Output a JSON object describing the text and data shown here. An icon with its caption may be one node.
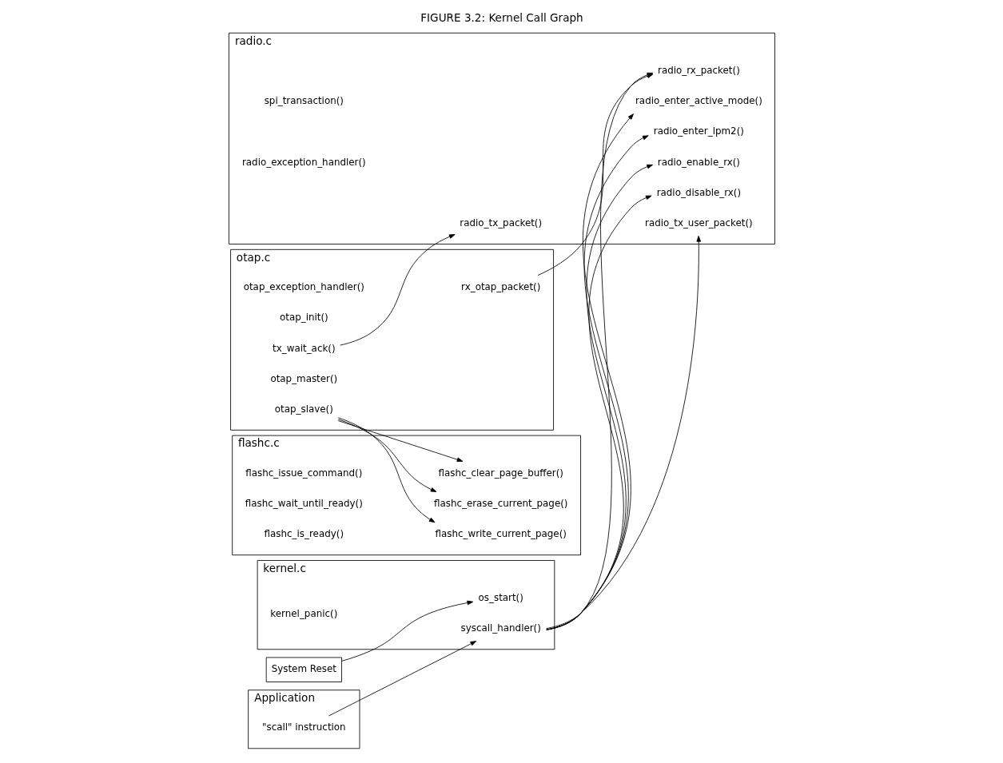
{
  "diagram": {
    "title": "FIGURE 3.2: Kernel Call Graph",
    "nodes": [
      {
        "text": [
          "kernel.c"
        ]
      },
      {
        "text": [
          "os_start()"
        ],
        "in": 0
      },
      {
        "text": [
          "syscall_handler()"
        ],
        "in": 0
      },
      {
        "text": [
          "kernel_panic()"
        ],
        "in": 0
      },
      {
        "text": [
          "System Reset"
        ]
      },
      {
        "text": [
          "Application"
        ]
      },
      {
        "text": [
          "\"scall\" instruction"
        ],
        "in": 5
      },
      {
        "text": [
          "otap.c"
        ]
      },
      {
        "text": [
          "otap_exception_handler()"
        ],
        "in": 7
      },
      {
        "text": [
          "otap_init()"
        ],
        "in": 7
      },
      {
        "text": [
          "tx_wait_ack()"
        ],
        "in": 7
      },
      {
        "text": [
          "rx_otap_packet()"
        ],
        "in": 7
      },
      {
        "text": [
          "otap_master()"
        ],
        "in": 7
      },
      {
        "text": [
          "otap_slave()"
        ],
        "in": 7
      },
      {
        "text": [
          "radio.c"
        ]
      },
      {
        "text": [
          "radio_enter_active_mode()"
        ],
        "in": 14
      },
      {
        "text": [
          "radio_enter_lpm2()"
        ],
        "in": 14
      },
      {
        "text": [
          "radio_enable_rx()"
        ],
        "in": 14
      },
      {
        "text": [
          "radio_disable_rx()"
        ],
        "in": 14
      },
      {
        "text": [
          "radio_tx_packet()"
        ],
        "in": 14
      },
      {
        "text": [
          "radio_tx_user_packet()"
        ],
        "in": 14
      },
      {
        "text": [
          "radio_rx_packet()"
        ],
        "in": 14
      },
      {
        "text": [
          "spi_transaction()"
        ],
        "in": 14
      },
      {
        "text": [
          "radio_exception_handler()"
        ],
        "in": 14
      },
      {
        "text": [
          "flashc.c"
        ]
      },
      {
        "text": [
          "flashc_clear_page_buffer()"
        ],
        "in": 24
      },
      {
        "text": [
          "flashc_erase_current_page()"
        ],
        "in": 24
      },
      {
        "text": [
          "flashc_write_current_page()"
        ],
        "in": 24
      },
      {
        "text": [
          "flashc_issue_command()"
        ],
        "in": 24
      },
      {
        "text": [
          "flashc_wait_until_ready()"
        ],
        "in": 24
      },
      {
        "text": [
          "flashc_is_ready()"
        ],
        "in": 24
      }
    ],
    "edges": [
      {
        "from": 4,
        "to": 1,
        "arrow": "to"
      },
      {
        "from": 6,
        "to": 2,
        "arrow": "to"
      },
      {
        "from": 2,
        "to": 15,
        "arrow": "to"
      },
      {
        "from": 2,
        "to": 16,
        "arrow": "to"
      },
      {
        "from": 2,
        "to": 17,
        "arrow": "to"
      },
      {
        "from": 2,
        "to": 18,
        "arrow": "to"
      },
      {
        "from": 2,
        "to": 20,
        "arrow": "to"
      },
      {
        "from": 2,
        "to": 21,
        "arrow": "to"
      },
      {
        "from": 10,
        "to": 19,
        "arrow": "to"
      },
      {
        "from": 11,
        "to": 21,
        "arrow": "to"
      },
      {
        "from": 13,
        "to": 25,
        "arrow": "to"
      },
      {
        "from": 13,
        "to": 26,
        "arrow": "to"
      },
      {
        "from": 13,
        "to": 27,
        "arrow": "to"
      }
    ]
  }
}
